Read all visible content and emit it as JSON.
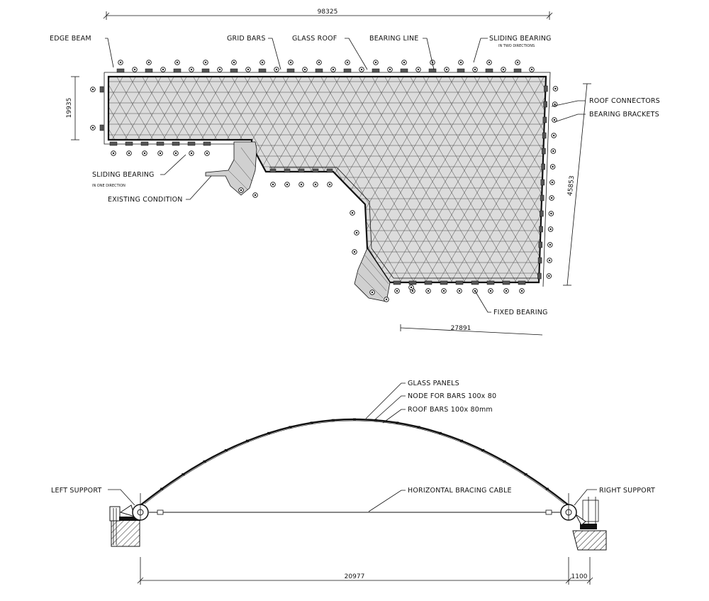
{
  "plan": {
    "labels": {
      "edge_beam": "EDGE BEAM",
      "grid_bars": "GRID BARS",
      "glass_roof": "GLASS ROOF",
      "bearing_line": "BEARING LINE",
      "sliding_bearing_top": "SLIDING BEARING",
      "sliding_bearing_top_sub": "IN TWO DIRECTIONS",
      "roof_connectors": "ROOF CONNECTORS",
      "bearing_brackets": "BEARING BRACKETS",
      "sliding_bearing_left": "SLIDING BEARING",
      "sliding_bearing_left_sub": "IN ONE DIRECTION",
      "existing_condition": "EXISTING CONDITION",
      "fixed_bearing": "FIXED BEARING"
    },
    "dimensions": {
      "top_width": "98325",
      "left_height": "19935",
      "right_height": "45853",
      "bottom_width": "27891"
    }
  },
  "section": {
    "labels": {
      "glass_panels": "GLASS PANELS",
      "node_for_bars": "NODE FOR BARS 100x 80",
      "roof_bars": "ROOF BARS 100x 80mm",
      "left_support": "LEFT SUPPORT",
      "right_support": "RIGHT SUPPORT",
      "bracing_cable": "HORIZONTAL BRACING CABLE"
    },
    "dimensions": {
      "span": "20977",
      "offset": "1100"
    }
  }
}
